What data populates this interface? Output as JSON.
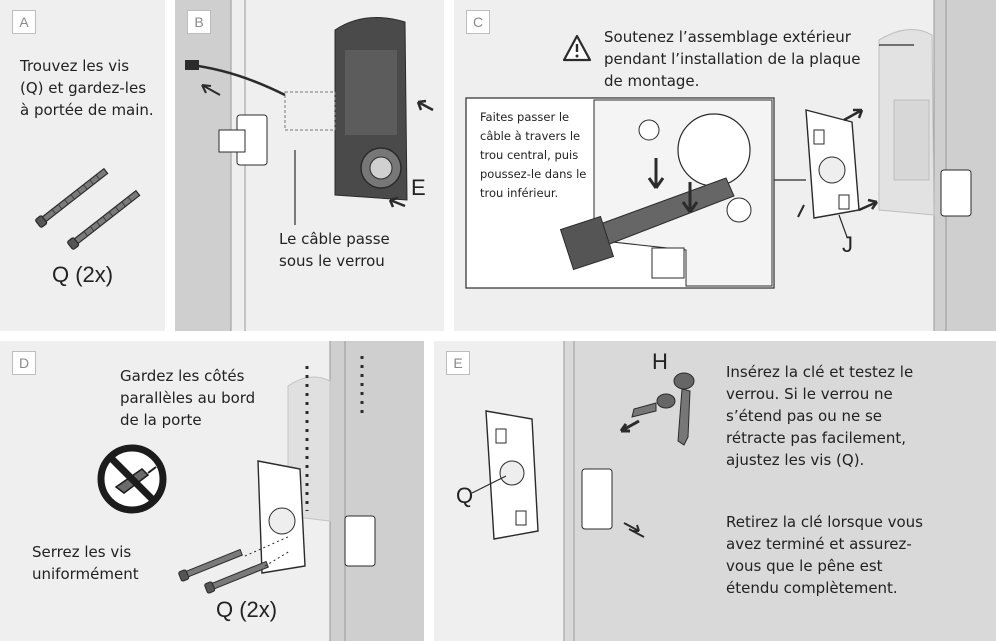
{
  "panels": {
    "A": {
      "label": "A",
      "text": "Trouvez les vis (Q) et gardez-les à portée de main.",
      "part_label": "Q (2x)"
    },
    "B": {
      "label": "B",
      "caption": "Le câble passe sous le verrou",
      "part_label": "E"
    },
    "C": {
      "label": "C",
      "warning": "Soutenez l’assemblage extérieur pendant l’installation de la plaque de montage.",
      "inset_text": "Faites passer le câble à travers le trou central, puis poussez-le dans le trou inférieur.",
      "part_label": "J"
    },
    "D": {
      "label": "D",
      "note_top": "Gardez les côtés parallèles au bord de la porte",
      "note_bottom": "Serrez les vis uniformément",
      "part_label": "Q (2x)"
    },
    "E": {
      "label": "E",
      "instructions_1": "Insérez la clé et testez le verrou. Si le verrou ne s’étend pas ou ne se rétracte pas facilement, ajustez les vis (Q).",
      "instructions_2": "Retirez la clé lorsque vous avez terminé et assurez-vous que le pêne est étendu complètement.",
      "key_label": "H",
      "screw_label": "Q"
    }
  },
  "colors": {
    "panel_light": "#efefef",
    "panel_gray": "#d9d9d9",
    "line": "#2b2b2b",
    "lock_dark": "#4a4a4a"
  },
  "icons": [
    "warning-icon",
    "no-power-drill-icon",
    "arrow-icon"
  ]
}
